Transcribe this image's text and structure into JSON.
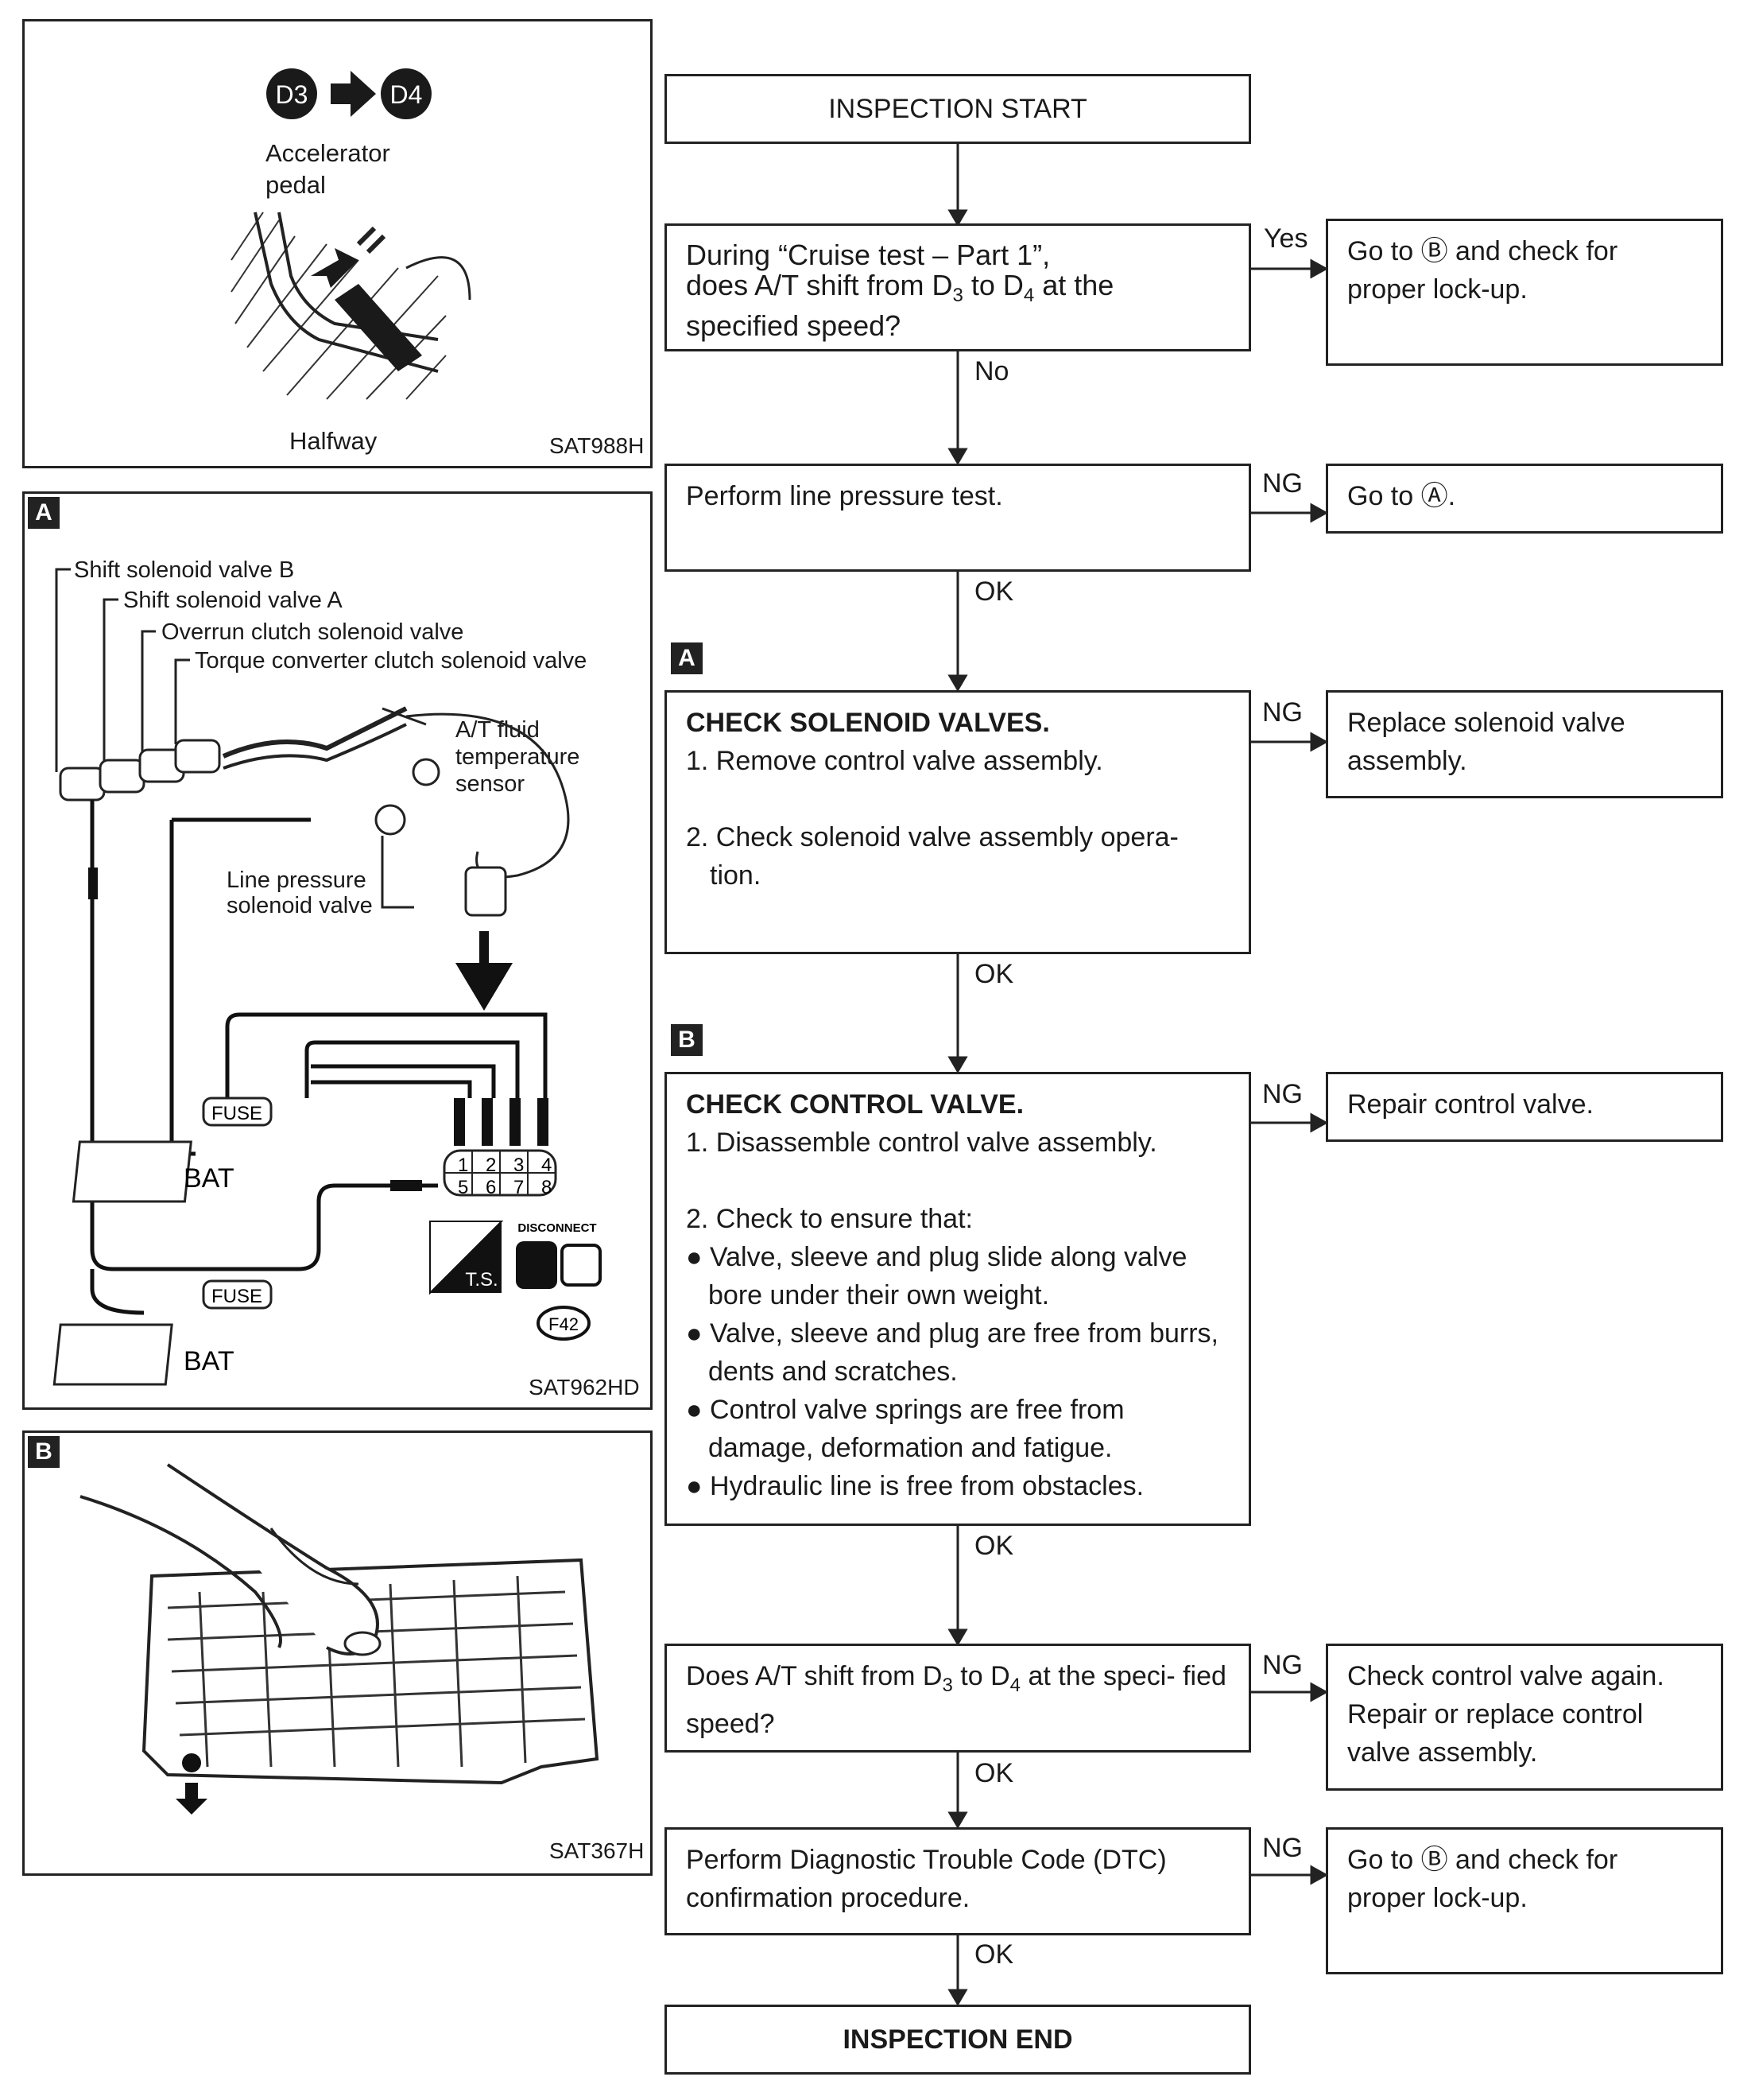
{
  "fig1": {
    "d3": "D3",
    "d4": "D4",
    "pedal_label_1": "Accelerator",
    "pedal_label_2": "pedal",
    "halfway": "Halfway",
    "code": "SAT988H"
  },
  "figA": {
    "tag": "A",
    "labels": [
      "Shift solenoid valve B",
      "Shift solenoid valve A",
      "Overrun clutch solenoid valve",
      "Torque converter clutch solenoid valve"
    ],
    "fluid_1": "A/T fluid",
    "fluid_2": "temperature",
    "fluid_3": "sensor",
    "line_1": "Line pressure",
    "line_2": "solenoid valve",
    "fuse": "FUSE",
    "bat": "BAT",
    "pins_top": [
      "1",
      "2",
      "3",
      "4"
    ],
    "pins_bottom": [
      "5",
      "6",
      "7",
      "8"
    ],
    "ts": "T.S.",
    "disconnect": "DISCONNECT",
    "connector": "F42",
    "code": "SAT962HD"
  },
  "figB": {
    "tag": "B",
    "code": "SAT367H"
  },
  "flow": {
    "start": "INSPECTION START",
    "q1_l1": "During “Cruise test – Part 1”,",
    "q1_l2a": "does A/T shift from D",
    "q1_l2b": " to D",
    "q1_l2c": " at the",
    "q1_l3": "specified speed?",
    "sub3": "3",
    "sub4": "4",
    "yes": "Yes",
    "no": "No",
    "ok": "OK",
    "ng": "NG",
    "r1_l1": "Go to Ⓑ and check for",
    "r1_l2": "proper lock-up.",
    "q2": "Perform line pressure test.",
    "r2": "Go to Ⓐ.",
    "tagA": "A",
    "tagB": "B",
    "q3_title": "CHECK SOLENOID VALVES.",
    "q3_s1": "1. Remove control valve assembly.",
    "q3_s2": "2. Check solenoid valve assembly opera- tion.",
    "r3_l1": "Replace solenoid valve",
    "r3_l2": "assembly.",
    "q4_title": "CHECK CONTROL VALVE.",
    "q4_s1": "1. Disassemble control valve assembly.",
    "q4_s2": "2. Check to ensure that:",
    "q4_b1": "Valve, sleeve and plug slide along valve bore under their own weight.",
    "q4_b2": "Valve, sleeve and plug are free from burrs, dents and scratches.",
    "q4_b3": "Control valve springs are free from damage, deformation and fatigue.",
    "q4_b4": "Hydraulic line is free from obstacles.",
    "r4": "Repair control valve.",
    "q5a": "Does A/T shift from D",
    "q5b": " to D",
    "q5c": " at the speci- fied speed?",
    "r5_l1": "Check control valve again.",
    "r5_l2": "Repair or replace control",
    "r5_l3": "valve assembly.",
    "q6_l1": "Perform Diagnostic Trouble Code (DTC)",
    "q6_l2": "confirmation procedure.",
    "r6_l1": "Go to Ⓑ and check for",
    "r6_l2": "proper lock-up.",
    "end": "INSPECTION END"
  }
}
